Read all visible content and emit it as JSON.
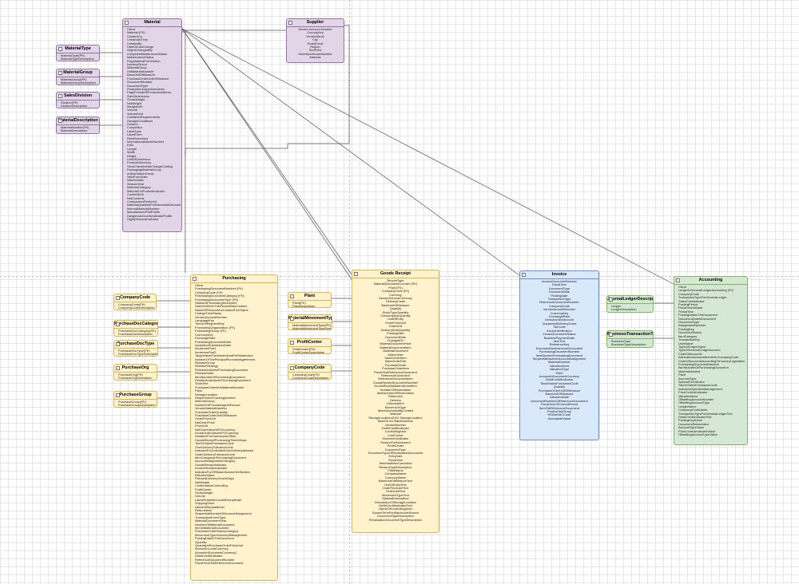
{
  "colors": {
    "purple_fill": "#e1d5e7",
    "purple_stroke": "#9673a6",
    "yellow_fill": "#fff2cc",
    "yellow_stroke": "#d6b656",
    "blue_fill": "#dae8fc",
    "blue_stroke": "#6c8ebf",
    "green_fill": "#d5e8d4",
    "green_stroke": "#82b366",
    "connector": "#555555"
  },
  "entities": {
    "material": {
      "title": "Material",
      "fields": [
        "Client",
        "Material (PK)",
        "CreatedOn",
        "CreatedAtTime",
        "CreatedBy",
        "DateOfLastChange",
        "ObjectChangedBy",
        "CompleteMaintenanceStatus",
        "MaintenanceStatus",
        "FlagMaterialForDeletion",
        "IndustrySector",
        "MaterialGroup",
        "OldMaterialNumber",
        "BaseUnitOfMeasure",
        "PurchaseOrderUnitOfMeasure",
        "DocumentNumber",
        "DocumentType",
        "ProductionInspectionMemo",
        "PageFormatOfProductionMemo",
        "SizeDimensions",
        "GrossWeight",
        "NetWeight",
        "WeightUnit",
        "Volume",
        "VolumeUnit",
        "ContainerRequirements",
        "StorageConditions",
        "Division",
        "Competitor",
        "LabelType",
        "LabelForm",
        "FieldDescribed",
        "InternationalArticleNumber",
        "EAN",
        "Length",
        "Width",
        "Height",
        "UnitOfDimension",
        "ProductHierarchy",
        "StockTransferNetChangeCosting",
        "PackagingMaterialGroup",
        "AuthorizationGroup",
        "ValidFromDate",
        "ValidToDate",
        "SeasonYear",
        "MaterialCategory",
        "MaterialCoProductIndicator",
        "ContentUnit",
        "NetContents",
        "ComparisonPriceUnit",
        "MaterialQualifiedForDiscountsDiscount",
        "InternalMaterialNumber",
        "ManufacturerPartProfile",
        "DangerousGoodsIndicatorProfile",
        "HighlyViscousIndicator"
      ]
    },
    "supplier": {
      "title": "Supplier",
      "fields": [
        "Vendor Account Number",
        "CountryKey",
        "VendorName",
        "City",
        "PostalCode",
        "Region",
        "SortField",
        "StreetAndHouseNumber",
        "Address"
      ]
    },
    "material_type": {
      "title": "MaterialType",
      "fields": [
        "MaterialType(PK)",
        "MaterialTypeDescription"
      ]
    },
    "material_group": {
      "title": "MaterialGroup",
      "fields": [
        "MaterialGroup(PK)",
        "MaterialGroupDescription"
      ]
    },
    "sales_division": {
      "title": "SalesDivision",
      "fields": [
        "Division(PK)",
        "DivisionDescription"
      ]
    },
    "material_description": {
      "title": "MaterialDescription",
      "fields": [
        "MaterialNumber(PK)",
        "MaterialDescription"
      ]
    },
    "purchasing": {
      "title": "Purchasing",
      "fields": [
        "Client",
        "PurchasingDocumentNumber (PK)",
        "CompanyCode (FK)",
        "PurchasingDocumentCategory (FK)",
        "PurchasingDocumentType (FK)",
        "StatusOfPurchasingDocument",
        "DateOnWhichTheRecordWasCreated",
        "NameOfPersonWhoCreatedTheObject",
        "ChangeTimeStamp",
        "VendorAccountNumber",
        "LanguageKey",
        "TermsOfPaymentKey",
        "PurchasingOrganization (FK)",
        "PurchasingGroup (FK)",
        "CurrencyKey",
        "ExchangeRate",
        "PurchasingDocumentDate",
        "QuotationSubmissionDate",
        "IncotermsPart1",
        "IncotermsPart2",
        "TargetValueForHeaderAreaPerDistribution",
        "NumberOfThePrincipalPurchaseAgreement",
        "ReleaseGroup",
        "ReleaseStrategy",
        "ReleaseIndicatorPurchasingDocument",
        "ReleaseState",
        "ItemNumberOfPurchasingDocument",
        "DeletionIndicatorInPurchasingDocument",
        "ShortText",
        "PurchaseOrderItemMaterialNumber",
        "Plant",
        "StorageLocation",
        "RequirementTrackingNumber",
        "MaterialGroup",
        "NumberOfPurchasingInfoRecord",
        "VendorMaterialNumber",
        "PurchaseOrderQuantity",
        "PurchaseOrderUnitOfMeasure",
        "OrderPriceUnit",
        "NetOrderPrice",
        "PriceUnit",
        "NetOrderValueInPOCurrency",
        "GrossOrderValueInPOCurrency",
        "DeadlineForSubmissionOfBid",
        "GoodsReceiptProcessingTimeInDays",
        "TaxOnSalesPurchasesCode",
        "OverDeliveryToleranceLimit",
        "IndicatorForUnlimitedOverDeliveryAllowed",
        "UnderDeliveryToleranceLimit",
        "ItemCategoryInPurchasingDocument",
        "AccountAssignmentCategory",
        "GoodsReceiptIndicator",
        "InvoiceReceiptIndicator",
        "IndicatorForGRBasedInvoiceVerification",
        "EffectiveValue",
        "PlannedDeliveryTimeInDays",
        "NetWeight",
        "ConfirmationControlKey",
        "ProfitCenter",
        "GrossWeight",
        "Volume",
        "LatestPossibleGoodsReceiptDate",
        "ShippingStore",
        "NameOfRequisitioner",
        "Returnsitem",
        "SequentialNumberOfAccountAssignment",
        "TransactionEventType",
        "MaterialDocumentYear",
        "NumberOfMaterialDocument",
        "ItemInMaterialDocument",
        "PurchaseOrderHistoryCategory",
        "MovementTypeInventoryManagement",
        "PostingDateInTheDocument",
        "Quantity",
        "QuantityInPurchaseOrderPriceUnit",
        "AmountInLocalCurrency",
        "AmountInDocumentCurrency1",
        "DebitCreditIndicator",
        "ReferenceDocumentNumber",
        "FiscalYearOfAReferenceDocument"
      ]
    },
    "company_code_left": {
      "title": "CompanyCode",
      "fields": [
        "CompanyCode(PK)",
        "CompanyCodeDescription"
      ]
    },
    "purchase_doc_category": {
      "title": "PurchaseDocCategory",
      "fields": [
        "PurchaseDocCategory(PK)",
        "PurchaseDocDescription"
      ]
    },
    "purchase_doc_type": {
      "title": "PurchaseDocType",
      "fields": [
        "PurchaseDocType(PK)",
        "PurchaseDocTypeDescription"
      ]
    },
    "purchase_org": {
      "title": "PurchaseOrg",
      "fields": [
        "PurchaseOrg(PK)",
        "PurchaseOrgDescription"
      ]
    },
    "purchase_group": {
      "title": "PurchaseGroup",
      "fields": [
        "PurchaseGroup(PK)",
        "PurchaseGroupDescription"
      ]
    },
    "goods_receipt": {
      "title": "Goods Receipt",
      "fields": [
        "RecordType",
        "MaterialDocumentCounter (PK)",
        "Plant (FK)",
        "CompanyCode (FK)",
        "Currency",
        "AmountInLocalCurrency",
        "DeliveryCosts",
        "BaseUnitOfMeasure",
        "Quantity",
        "StockTypeQuantity",
        "ConsumptionQuantity",
        "UnitOfEntry",
        "OrderPriceUnit",
        "OrderUnit",
        "DeliveryNoteQuantity",
        "PostingDate",
        "DocumentDate",
        "ChangedOn",
        "MaterialDocumentYear",
        "MaterialDocumentItem",
        "MaterialDocument",
        "SalesOrder",
        "SalesOrderItem",
        "SalesOrderPart",
        "PurchaseOrder",
        "PurchaseOrderItem",
        "FiscalYearReferenceDocument",
        "ReferenceDocument",
        "ReferenceDocumentItem",
        "GoodsReceiptDocumentNumber",
        "GoodsReceiptMaterialLineItem",
        "NumberOfReservation",
        "ItemNumberOfReservation",
        "Reference",
        "Delivery",
        "DeliveryItem",
        "MovementType",
        "ItemAutomaticallyCreated",
        "Material",
        "StorageLocation/3.AX StorageLocation",
        "Batch/3.AX BatchNumber",
        "VendorNumber",
        "DebitCreditIndicator",
        "ControllingArea",
        "CostCenter",
        "MovementIndicator",
        "ReasonForMovement",
        "ProfitCenter",
        "DocumentType",
        "DocumentTypeOfRevaluationDocument",
        "EntryDate",
        "FiscalYear",
        "ItemHasBeenCancelled",
        "ReasonTypeDescription",
        "PlantName",
        "CompanyName",
        "CurrencyName",
        "BaseUnitOfMeasureText",
        "UnitOfEntryText",
        "OrderPriceUnitText",
        "OrderUnitText",
        "MovementTypeText",
        "MaterialDescription",
        "DescriptionOfStorageLocation",
        "DebitCreditIndicatorText",
        "NameOfControllingArea",
        "SearchTermForMatchcodeSearch",
        "DocumentTypeDescription",
        "RevaluationDocumentTypeDescription"
      ]
    },
    "plant": {
      "title": "Plant",
      "fields": [
        "Plant(PK)",
        "PlantDescription"
      ]
    },
    "material_movement_type": {
      "title": "MaterialMovementType",
      "fields": [
        "MaterialMovementType(PK)",
        "MaterialMovementTypeDescription"
      ]
    },
    "profit_center": {
      "title": "ProfitCenter",
      "fields": [
        "ProfitCenter(PK)",
        "ProfitCenterDescription"
      ]
    },
    "company_code_mid": {
      "title": "CompanyCode",
      "fields": [
        "CompanyCode(PK)",
        "CompanyCodeDescription"
      ]
    },
    "invoice": {
      "title": "Invoice",
      "fields": [
        "InvoiceDocumentNumber",
        "FiscalYear",
        "DocumentType",
        "DocumentDate",
        "PostingDate",
        "TransactionType",
        "ReferenceDocumentNumber",
        "CompanyCode",
        "VendorAccountNumber",
        "CurrencyKey",
        "ExchangeRate",
        "GrossInvoiceAmount",
        "UnplannedDeliveryCosts",
        "TaxCode",
        "InvoiceVerification",
        "InvoiceDocumentStatus",
        "BaselinePaymentDate",
        "ItemText",
        "ReferenceKey",
        "DocumentItemInInvoiceDocument",
        "PurchasingDocumentNumber",
        "ItemNumberPurchasingDocument",
        "SequentialNumberAccountAssignment",
        "MaterialNumber",
        "ValuationArea",
        "ValuationType",
        "Plant",
        "AmountInDocumentCurrency",
        "DebitCreditIndicator",
        "TaxesSalesPurchasesCode",
        "Quantity",
        "PurchaseOrderUnitOfMeasure",
        "BaseUnitOfMeasure",
        "ValuationDate",
        "DocumentNumberOfReferenceDocument",
        "FiscalYearOfCurrentPeriod",
        "ItemOfAReferenceDocument",
        "ProductTaxGroup",
        "HSNorSACCode",
        "AccessibleValue"
      ]
    },
    "journal_ledger_description": {
      "title": "JournalLedgerDescription",
      "fields": [
        "Ledger",
        "LedgerDescription"
      ]
    },
    "business_transaction_type": {
      "title": "BusinessTransactionType",
      "fields": [
        "BusinessType",
        "BusinessTypeDescription"
      ]
    },
    "accounting": {
      "title": "Accounting",
      "fields": [
        "Client",
        "LedgerInGeneralLedgerAccounting (FK)",
        "CompanyCode",
        "TransactionTypeForGeneralLedger",
        "SalesCostIndicator",
        "PostingPeriod",
        "FiscalYearVariant",
        "PeriodYear",
        "PostingDateInTheDocument",
        "DocumentDateInDocument",
        "DocumentType",
        "AssignmentNumber",
        "PostingKey",
        "DocumentStatus",
        "ItemCategory",
        "TransactionKey",
        "UserName",
        "TypeOfOriginObject",
        "TypeOfGeneralLedgerAccount",
        "ChartOfAccounts",
        "AlternativeAccountNumberInCompanyCode",
        "ChartOfAccountsAccordingToCountryLegislation",
        "PurchasingDocumentNumber",
        "ItemNumberOfPurchasingDocument",
        "MaterialNumber",
        "Plant",
        "AccountType",
        "SpecialGLIndicator",
        "TaxOnSalesPurchasesCode",
        "IndicatorOpenItemManagement",
        "PriceControlIndicator",
        "ValuationArea",
        "OffsettingAccountNumber",
        "OffsettingAccountType",
        "LedgerName",
        "CompanyCodeName",
        "TransactionTypeForGeneralLedgerText",
        "DebitCreditIndicatorText",
        "PostingKeyName",
        "DocumentStatusValue",
        "AccountTypeValue",
        "PriceControlIndicatorValue",
        "OffsettingAccountTypeValue"
      ]
    }
  }
}
